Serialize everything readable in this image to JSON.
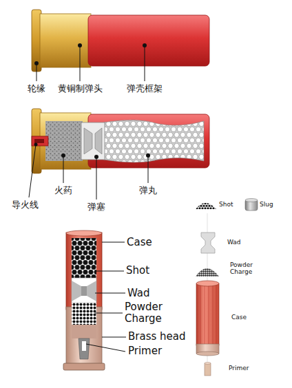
{
  "diagram": {
    "labels": [
      "轮缘",
      "黄铜制弹头",
      "弹壳框架",
      "火药",
      "弹丸",
      "导火线",
      "弹塞",
      "Shot",
      "Slug",
      "Case",
      "Wad",
      "Shot",
      "Powder Charge",
      "Wad",
      "Powder Charge",
      "Brass head",
      "Case",
      "Primer",
      "Primer"
    ]
  }
}
